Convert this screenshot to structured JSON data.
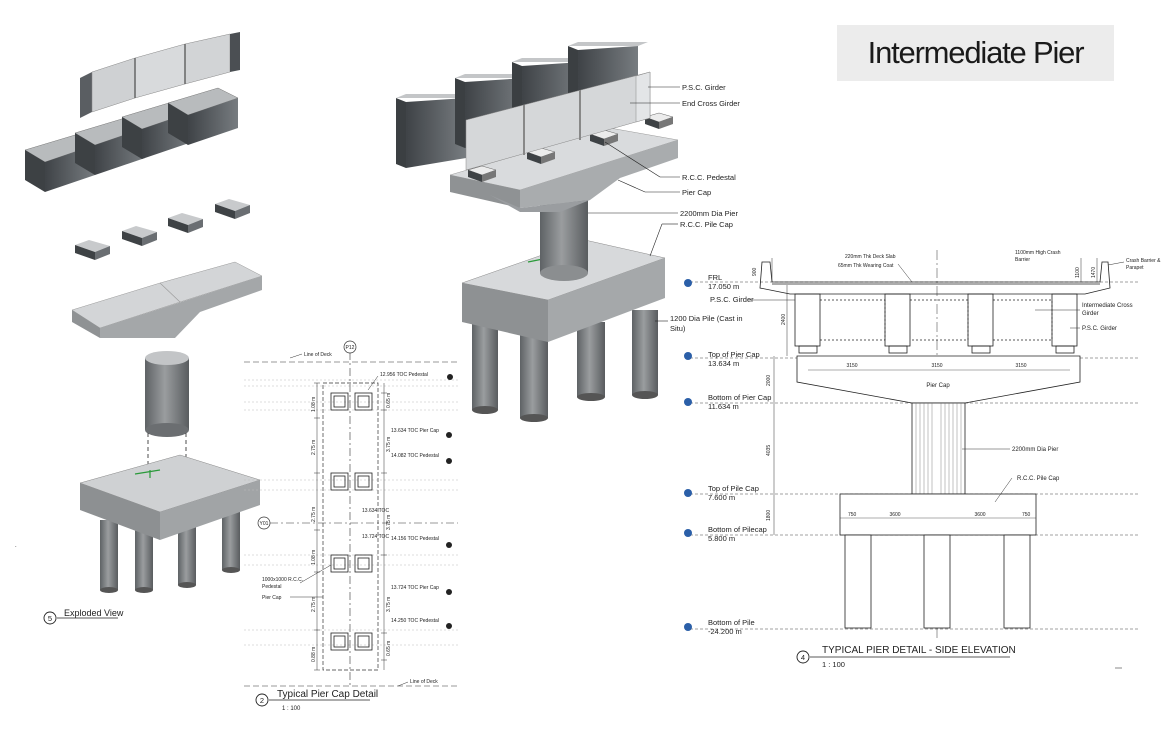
{
  "title": "Intermediate Pier",
  "exploded_view": {
    "number": "5",
    "label": "Exploded View"
  },
  "iso_labels": {
    "psc_girder": "P.S.C. Girder",
    "end_cross_girder": "End Cross Girder",
    "rcc_pedestal": "R.C.C. Pedestal",
    "pier_cap": "Pier Cap",
    "dia_pier": "2200mm Dia Pier",
    "rcc_pile_cap": "R.C.C. Pile Cap",
    "pile_1": "1200 Dia Pile (Cast in",
    "pile_2": "Situ)"
  },
  "plan_detail": {
    "number": "2",
    "title": "Typical Pier Cap Detail",
    "scale": "1 : 100",
    "grid_p12": "P12",
    "grid_y01": "Y01",
    "line_of_deck": "Line of Deck",
    "notes": {
      "n1": "12.956 TOC Pedestal",
      "n2": "13.634 TOC Pier Cap",
      "n3": "14.082 TOC Pedestal",
      "n4": "13.634 TOC",
      "n5": "13.724 TOC",
      "n6": "14.156 TOC Pedestal",
      "n7a": "1000x1000 R.C.C.",
      "n7b": "Pedestal",
      "n8": "Pier Cap",
      "n9": "13.724 TOC Pier Cap",
      "n10": "14.250 TOC Pedestal"
    },
    "dims": {
      "d1": "1.08 m",
      "d2": "2.75 m",
      "d3": "2.75 m",
      "d4": "1.08 m",
      "d5": "2.75 m",
      "d6": "0.88 m",
      "r1": "0.65 m",
      "r2": "3.75 m",
      "r3": "3.75 m",
      "r4": "3.75 m",
      "r5": "0.65 m"
    }
  },
  "elevation": {
    "number": "4",
    "title": "TYPICAL PIER DETAIL - SIDE ELEVATION",
    "scale": "1 : 100",
    "levels": [
      {
        "name": "FRL",
        "value": "17.050 m"
      },
      {
        "name": "Top of Pier Cap",
        "value": "13.634 m"
      },
      {
        "name": "Bottom of Pier Cap",
        "value": "11.634 m"
      },
      {
        "name": "Top of Pile Cap",
        "value": "7.600 m"
      },
      {
        "name": "Bottom of Pilecap",
        "value": "5.800 m"
      },
      {
        "name": "Bottom of Pile",
        "value": "-24.200 m"
      }
    ],
    "labels": {
      "deck_slab": "220mm Thk Deck Slab",
      "wearing_coat": "65mm Thk Wearing Coat",
      "crash_barrier_1": "1100mm High Crash",
      "crash_barrier_2": "Barrier",
      "crash_parapet_1": "Crash Barrier &",
      "crash_parapet_2": "Parapet",
      "psc_girder": "P.S.C. Girder",
      "intermediate_cross_1": "Intermediate Cross",
      "intermediate_cross_2": "Girder",
      "psc_girder_right": "P.S.C. Girder",
      "pier_cap": "Pier Cap",
      "dia_pier": "2200mm Dia Pier",
      "rcc_pile_cap": "R.C.C. Pile Cap"
    },
    "dims": {
      "v900": "900",
      "v2400": "2400",
      "v2000": "2000",
      "v4035": "4035",
      "v1800": "1800",
      "v1100": "1100",
      "v1470": "1470",
      "h1": "3150",
      "h2": "3150",
      "h3": "3150",
      "p1": "750",
      "p2": "3600",
      "p3": "3600",
      "p4": "750"
    }
  }
}
